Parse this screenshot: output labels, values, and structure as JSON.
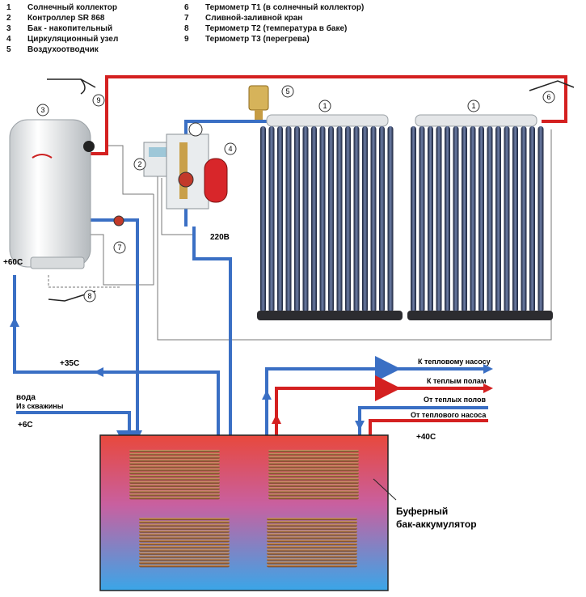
{
  "legend": {
    "left": [
      {
        "num": "1",
        "text": "Солнечный коллектор"
      },
      {
        "num": "2",
        "text": "Контроллер SR 868"
      },
      {
        "num": "3",
        "text": "Бак - накопительный"
      },
      {
        "num": "4",
        "text": "Циркуляционный узел"
      },
      {
        "num": "5",
        "text": "Воздухоотводчик"
      }
    ],
    "right": [
      {
        "num": "6",
        "text": "Термометр Т1 (в солнечный коллектор)"
      },
      {
        "num": "7",
        "text": "Сливной-заливной кран"
      },
      {
        "num": "8",
        "text": "Термометр Т2 (температура в баке)"
      },
      {
        "num": "9",
        "text": "Термометр Т3 (перегрева)"
      }
    ]
  },
  "labels": {
    "power": "220В",
    "temp_hot_out": "+60С",
    "temp_return": "+35С",
    "water": "вода",
    "well": "Из скважины",
    "temp_well": "+6С",
    "temp_buffer": "+40С",
    "to_heat_pump": "К тепловому насосу",
    "to_floor": "К теплым полам",
    "from_floor": "От теплых полов",
    "from_heat_pump": "От теплового насоса",
    "buffer_line1": "Буферный",
    "buffer_line2": "бак-аккумулятор"
  },
  "callouts": {
    "c1a": "1",
    "c1b": "1",
    "c2": "2",
    "c3": "3",
    "c4": "4",
    "c5": "5",
    "c6": "6",
    "c7": "7",
    "c8": "8",
    "c9": "9"
  },
  "colors": {
    "hot_pipe": "#d42020",
    "cold_pipe": "#3a6fc4",
    "buffer_top": "#e8483c",
    "buffer_bottom": "#3aa6e8",
    "coil": "#a86a3c",
    "tube": "#2a3550"
  }
}
